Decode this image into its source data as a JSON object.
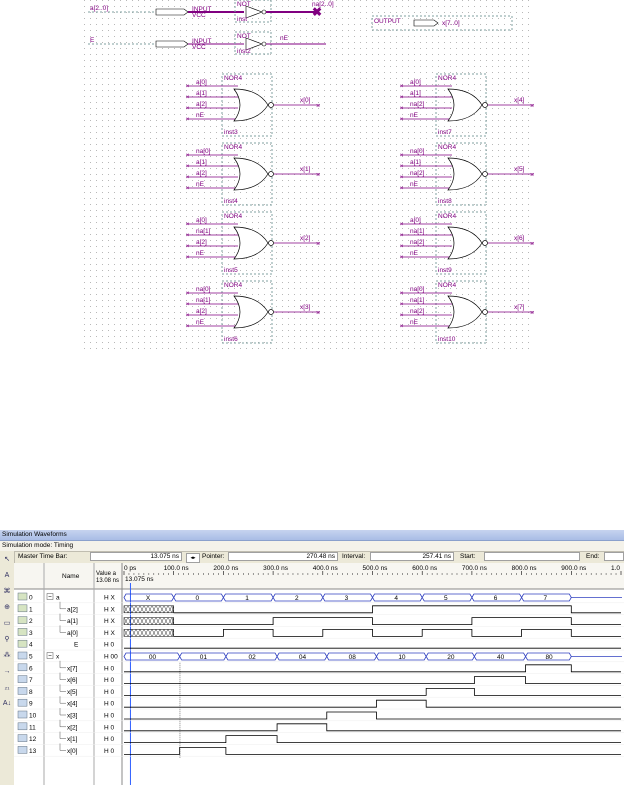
{
  "schematic": {
    "input_a": {
      "pin": "a[2..0]",
      "type": "INPUT",
      "vcc": "VCC"
    },
    "input_e": {
      "pin": "E",
      "type": "INPUT",
      "vcc": "VCC"
    },
    "not1": {
      "name": "NOT",
      "inst": "inst",
      "out": "na[2..0]"
    },
    "not2": {
      "name": "NOT",
      "inst": "inst2",
      "out": "nE"
    },
    "output": {
      "type": "OUTPUT",
      "pin": "x[7..0]"
    },
    "gates": [
      {
        "inputs": [
          "a[0]",
          "a[1]",
          "a[2]",
          "nE"
        ],
        "gate": "NOR4",
        "out": "x[0]",
        "inst": "inst3"
      },
      {
        "inputs": [
          "na[0]",
          "a[1]",
          "a[2]",
          "nE"
        ],
        "gate": "NOR4",
        "out": "x[1]",
        "inst": "inst4"
      },
      {
        "inputs": [
          "a[0]",
          "na[1]",
          "a[2]",
          "nE"
        ],
        "gate": "NOR4",
        "out": "x[2]",
        "inst": "inst5"
      },
      {
        "inputs": [
          "na[0]",
          "na[1]",
          "a[2]",
          "nE"
        ],
        "gate": "NOR4",
        "out": "x[3]",
        "inst": "inst6"
      },
      {
        "inputs": [
          "a[0]",
          "a[1]",
          "na[2]",
          "nE"
        ],
        "gate": "NOR4",
        "out": "x[4]",
        "inst": "inst7"
      },
      {
        "inputs": [
          "na[0]",
          "a[1]",
          "na[2]",
          "nE"
        ],
        "gate": "NOR4",
        "out": "x[5]",
        "inst": "inst8"
      },
      {
        "inputs": [
          "a[0]",
          "na[1]",
          "na[2]",
          "nE"
        ],
        "gate": "NOR4",
        "out": "x[6]",
        "inst": "inst9"
      },
      {
        "inputs": [
          "na[0]",
          "na[1]",
          "na[2]",
          "nE"
        ],
        "gate": "NOR4",
        "out": "x[7]",
        "inst": "inst10"
      }
    ]
  },
  "sim": {
    "title": "Simulation Waveforms",
    "mode": "Simulation mode: Timing",
    "master_label": "Master Time Bar:",
    "master_value": "13.075 ns",
    "pointer_label": "Pointer:",
    "pointer_value": "270.48 ns",
    "interval_label": "Interval:",
    "interval_value": "257.41 ns",
    "start_label": "Start:",
    "start_value": "",
    "end_label": "End:",
    "end_value": "",
    "col_name": "Name",
    "col_value": "Value at 13.08 ns",
    "cursor_label": "13.075 ns",
    "ticks": [
      "0 ps",
      "100.0 ns",
      "200.0 ns",
      "300.0 ns",
      "400.0 ns",
      "500.0 ns",
      "600.0 ns",
      "700.0 ns",
      "800.0 ns",
      "900.0 ns",
      "1.0"
    ],
    "tools": [
      "↖",
      "A",
      "⌘",
      "⊕",
      "▭",
      "⚲",
      "⁂",
      "→",
      "₂₁",
      "A↓"
    ],
    "rows": [
      {
        "num": "0",
        "name": "a",
        "value": "H X",
        "group": true
      },
      {
        "num": "1",
        "name": "a[2]",
        "value": "H X"
      },
      {
        "num": "2",
        "name": "a[1]",
        "value": "H X"
      },
      {
        "num": "3",
        "name": "a[0]",
        "value": "H X"
      },
      {
        "num": "4",
        "name": "E",
        "value": "H 0"
      },
      {
        "num": "5",
        "name": "x",
        "value": "H 00",
        "group": true
      },
      {
        "num": "6",
        "name": "x[7]",
        "value": "H 0"
      },
      {
        "num": "7",
        "name": "x[6]",
        "value": "H 0"
      },
      {
        "num": "8",
        "name": "x[5]",
        "value": "H 0"
      },
      {
        "num": "9",
        "name": "x[4]",
        "value": "H 0"
      },
      {
        "num": "10",
        "name": "x[3]",
        "value": "H 0"
      },
      {
        "num": "11",
        "name": "x[2]",
        "value": "H 0"
      },
      {
        "num": "12",
        "name": "x[1]",
        "value": "H 0"
      },
      {
        "num": "13",
        "name": "x[0]",
        "value": "H 0"
      }
    ],
    "bus_a_labels": [
      "X",
      "0",
      "1",
      "2",
      "3",
      "4",
      "5",
      "6",
      "7"
    ],
    "bus_x_labels": [
      "00",
      "01",
      "02",
      "04",
      "08",
      "10",
      "20",
      "40",
      "80"
    ]
  }
}
